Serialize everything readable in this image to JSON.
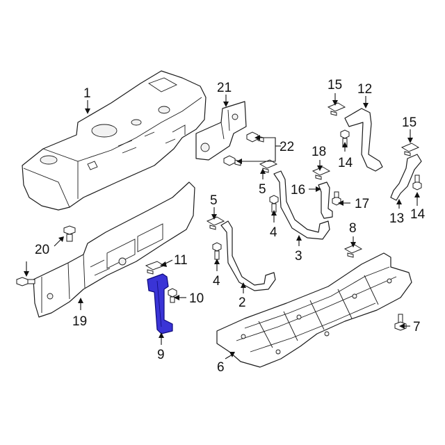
{
  "callouts": [
    {
      "id": "c1",
      "text": "1"
    },
    {
      "id": "c2",
      "text": "2"
    },
    {
      "id": "c3",
      "text": "3"
    },
    {
      "id": "c4a",
      "text": "4"
    },
    {
      "id": "c4b",
      "text": "4"
    },
    {
      "id": "c5a",
      "text": "5"
    },
    {
      "id": "c5b",
      "text": "5"
    },
    {
      "id": "c6",
      "text": "6"
    },
    {
      "id": "c7",
      "text": "7"
    },
    {
      "id": "c8",
      "text": "8"
    },
    {
      "id": "c9",
      "text": "9"
    },
    {
      "id": "c10",
      "text": "10"
    },
    {
      "id": "c11",
      "text": "11"
    },
    {
      "id": "c12",
      "text": "12"
    },
    {
      "id": "c13",
      "text": "13"
    },
    {
      "id": "c14a",
      "text": "14"
    },
    {
      "id": "c14b",
      "text": "14"
    },
    {
      "id": "c15a",
      "text": "15"
    },
    {
      "id": "c15b",
      "text": "15"
    },
    {
      "id": "c16",
      "text": "16"
    },
    {
      "id": "c17",
      "text": "17"
    },
    {
      "id": "c18",
      "text": "18"
    },
    {
      "id": "c19",
      "text": "19"
    },
    {
      "id": "c20",
      "text": "20"
    },
    {
      "id": "c21",
      "text": "21"
    },
    {
      "id": "c22",
      "text": "22"
    }
  ],
  "highlighted_part": "9",
  "colors": {
    "highlight": "#3a34d6",
    "line": "#1a1a1a",
    "background": "#ffffff"
  }
}
